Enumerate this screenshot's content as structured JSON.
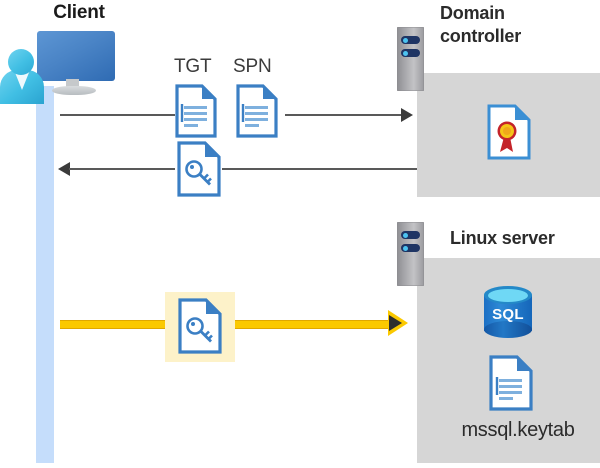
{
  "diagram": {
    "title_client": "Client",
    "title_domain_controller": "Domain controller",
    "title_linux_server": "Linux server",
    "label_tgt": "TGT",
    "label_spn": "SPN",
    "label_keytab": "mssql.keytab",
    "label_sql": "SQL",
    "colors": {
      "lifeline": "#c5ddfb",
      "panel": "#d6d6d6",
      "highlight": "#fdf2c9",
      "yellow_arrow": "#fbc900",
      "gray_arrow": "#3b3b3b",
      "doc_blue": "#3b7fc4",
      "sql_blue": "#1c6fc4",
      "seal_gold": "#f5c518",
      "ribbon_red": "#c4242a"
    },
    "icons": {
      "server_rack_dc": "server-rack-icon",
      "server_rack_linux": "server-rack-icon",
      "certificate": "certificate-icon",
      "database": "sql-database-icon",
      "keytab_document": "document-icon",
      "tgt_document": "document-icon",
      "spn_document": "document-icon",
      "ticket_key_client": "key-document-icon",
      "ticket_key_service": "key-document-icon",
      "client_workstation": "desktop-user-icon"
    },
    "flows": [
      {
        "name": "request-tgt-spn",
        "direction": "right",
        "style": "thin-gray"
      },
      {
        "name": "receive-service-ticket",
        "direction": "left",
        "style": "thin-gray"
      },
      {
        "name": "present-service-ticket",
        "direction": "right",
        "style": "thick-yellow"
      }
    ]
  }
}
